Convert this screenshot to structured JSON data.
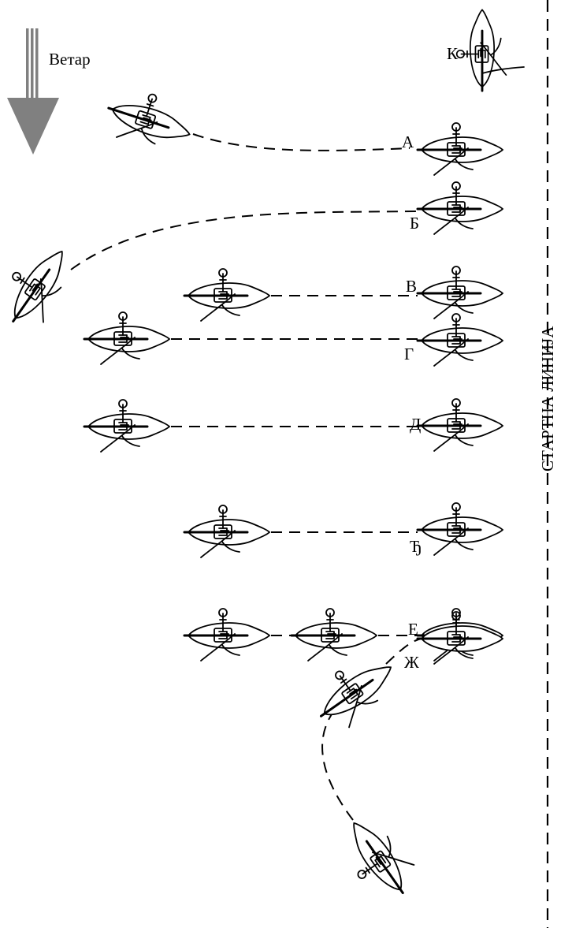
{
  "wind": {
    "label": "Ветар",
    "arrow_color": "#808080"
  },
  "start_line": {
    "label": "СТАРТНА ЛИНИЈА"
  },
  "committee_boat": {
    "label": "К"
  },
  "scenarios": [
    {
      "label": "А"
    },
    {
      "label": "Б"
    },
    {
      "label": "В"
    },
    {
      "label": "Г"
    },
    {
      "label": "Д"
    },
    {
      "label": "Ђ"
    },
    {
      "label": "Е"
    },
    {
      "label": "Ж"
    }
  ],
  "colors": {
    "ink": "#000000",
    "wind_arrow": "#808080",
    "background": "#ffffff"
  }
}
